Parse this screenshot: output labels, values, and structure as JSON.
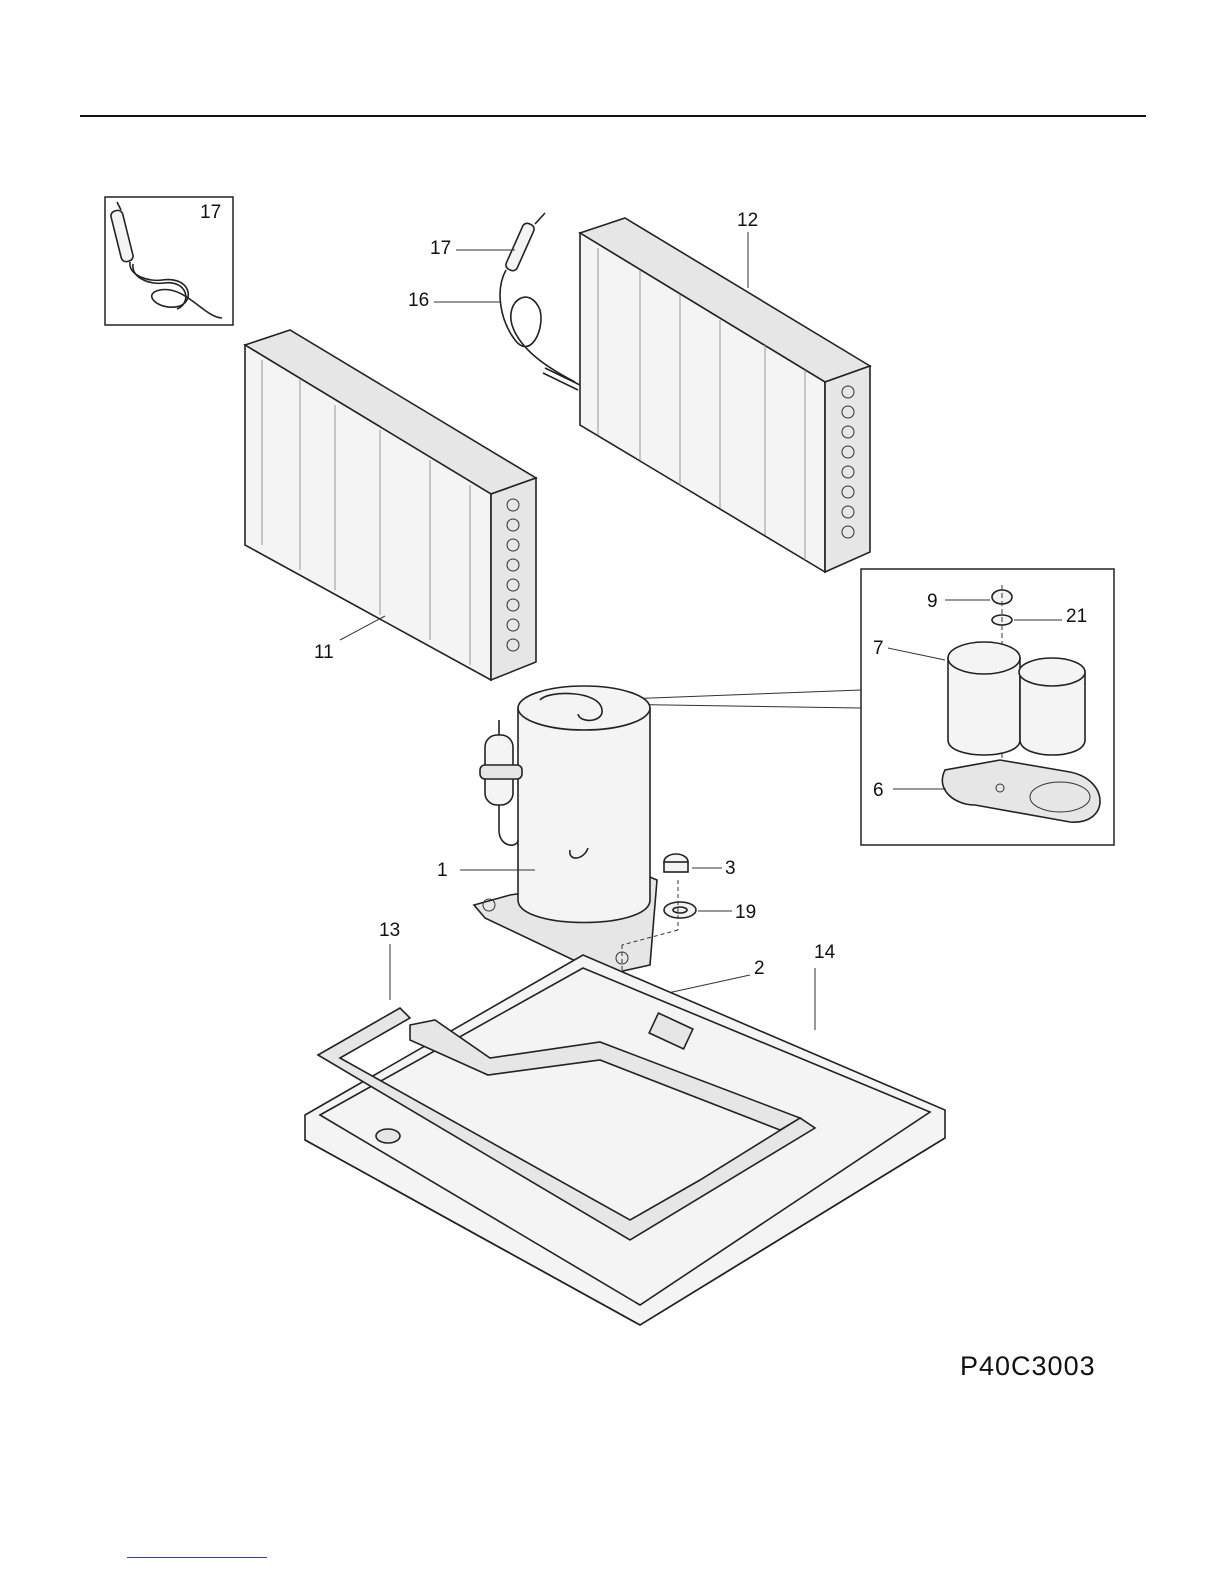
{
  "diagram_code": "P40C3003",
  "callouts": {
    "c1": "1",
    "c2": "2",
    "c3": "3",
    "c6": "6",
    "c7": "7",
    "c9": "9",
    "c11": "11",
    "c12": "12",
    "c13": "13",
    "c14": "14",
    "c16": "16",
    "c17_inset": "17",
    "c17": "17",
    "c19": "19",
    "c21": "21"
  },
  "colors": {
    "line": "#222222",
    "fill": "#f4f4f4",
    "link": "#2a3bd6"
  }
}
